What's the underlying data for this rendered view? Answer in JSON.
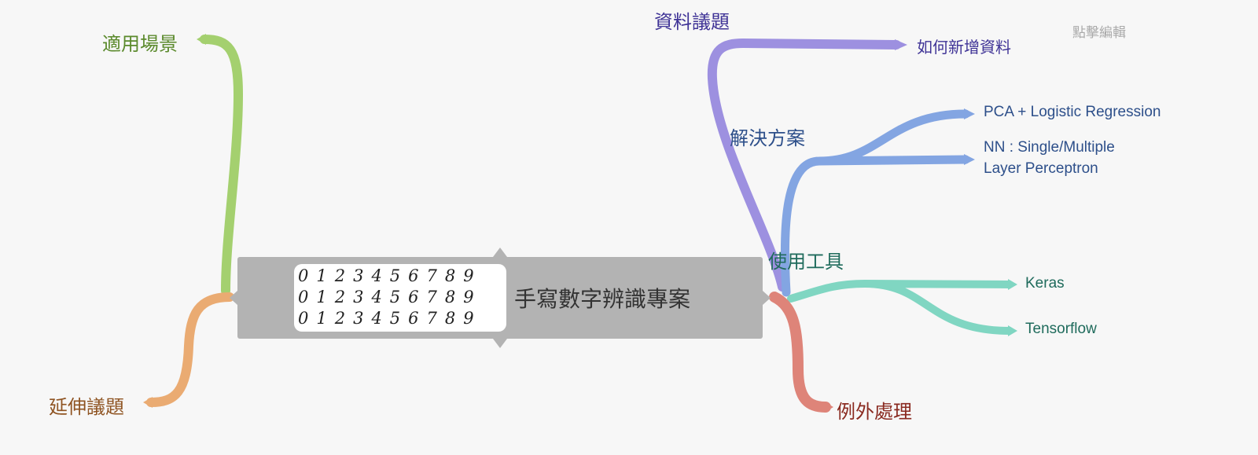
{
  "root": {
    "title": "手寫數字辨識專案",
    "image_digits": [
      "0123456789",
      "0123456789",
      "0123456789"
    ]
  },
  "edit_hint": "點擊編輯",
  "branches": {
    "scenarios": {
      "label": "適用場景",
      "color": "#a4d06f"
    },
    "extensions": {
      "label": "延伸議題",
      "color": "#eaab72"
    },
    "data_issues": {
      "label": "資料議題",
      "color": "#9d90e0",
      "children": [
        "如何新增資料"
      ]
    },
    "solutions": {
      "label": "解決方案",
      "color": "#83a5e2",
      "children": [
        "PCA + Logistic Regression",
        "NN : Single/Multiple",
        "Layer Perceptron"
      ]
    },
    "tools": {
      "label": "使用工具",
      "color": "#80d6c2",
      "children": [
        "Keras",
        "Tensorflow"
      ]
    },
    "exceptions": {
      "label": "例外處理",
      "color": "#de8479"
    }
  }
}
